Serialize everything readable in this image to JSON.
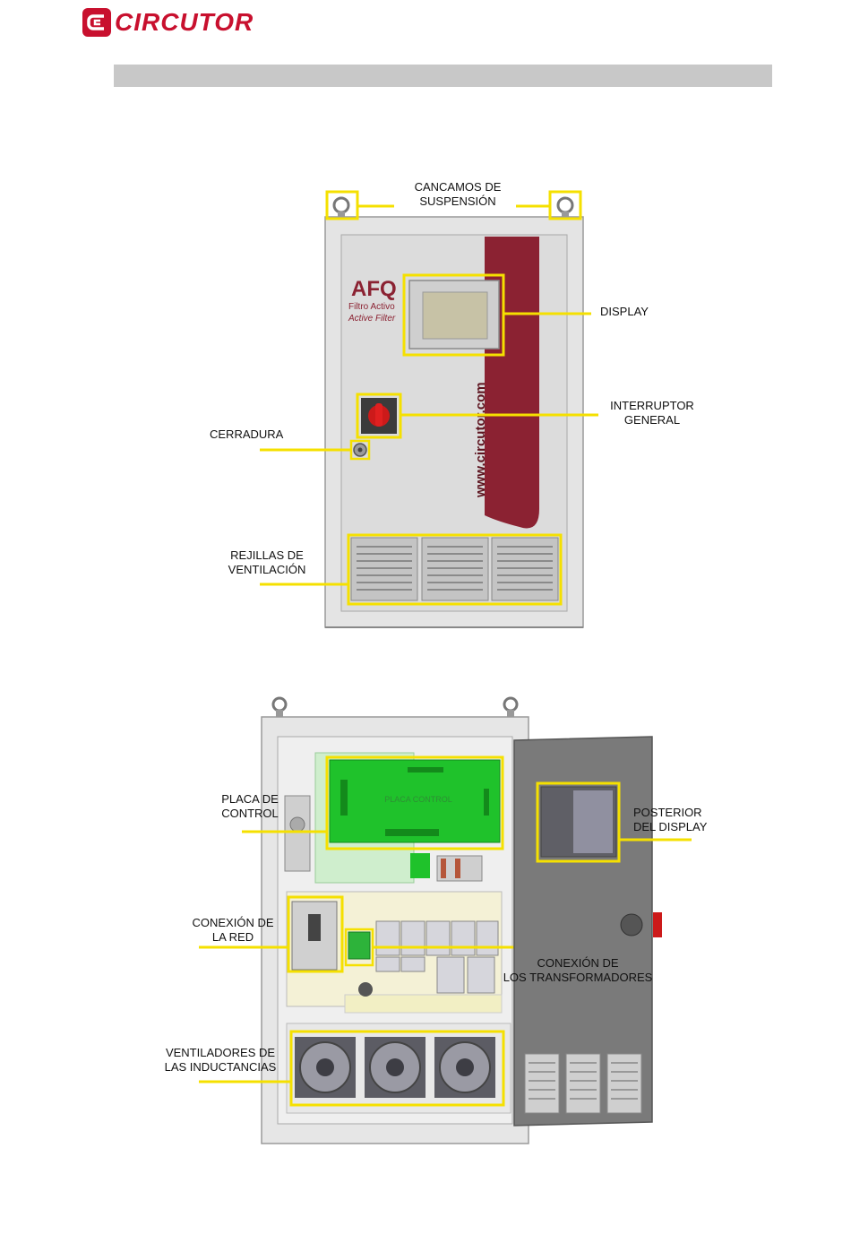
{
  "brand": {
    "name": "CIRCUTOR",
    "color": "#c8102e"
  },
  "figure1": {
    "device_brand": "AFQ",
    "device_sub1": "Filtro Activo",
    "device_sub2": "Active Filter",
    "website": "www.circutor.com",
    "labels": {
      "suspension_1": "CANCAMOS DE",
      "suspension_2": "SUSPENSIÓN",
      "display": "DISPLAY",
      "switch_1": "INTERRUPTOR",
      "switch_2": "GENERAL",
      "lock": "CERRADURA",
      "grilles_1": "REJILLAS DE",
      "grilles_2": "VENTILACIÓN"
    }
  },
  "figure2": {
    "board_caption": "PLACA CONTROL",
    "labels": {
      "control_1": "PLACA DE",
      "control_2": "CONTROL",
      "display_back_1": "POSTERIOR",
      "display_back_2": "DEL DISPLAY",
      "grid_1": "CONEXIÓN DE",
      "grid_2": "LA RED",
      "transformers_1": "CONEXIÓN DE",
      "transformers_2": "LOS TRANSFORMADORES",
      "fans_1": "VENTILADORES DE",
      "fans_2": "LAS INDUCTANCIAS"
    }
  },
  "colors": {
    "highlight": "#f5e000",
    "cabinet": "#d9d9d9",
    "stripe": "#8b2232",
    "board": "#1fc22b",
    "door": "#7a7a7a"
  }
}
